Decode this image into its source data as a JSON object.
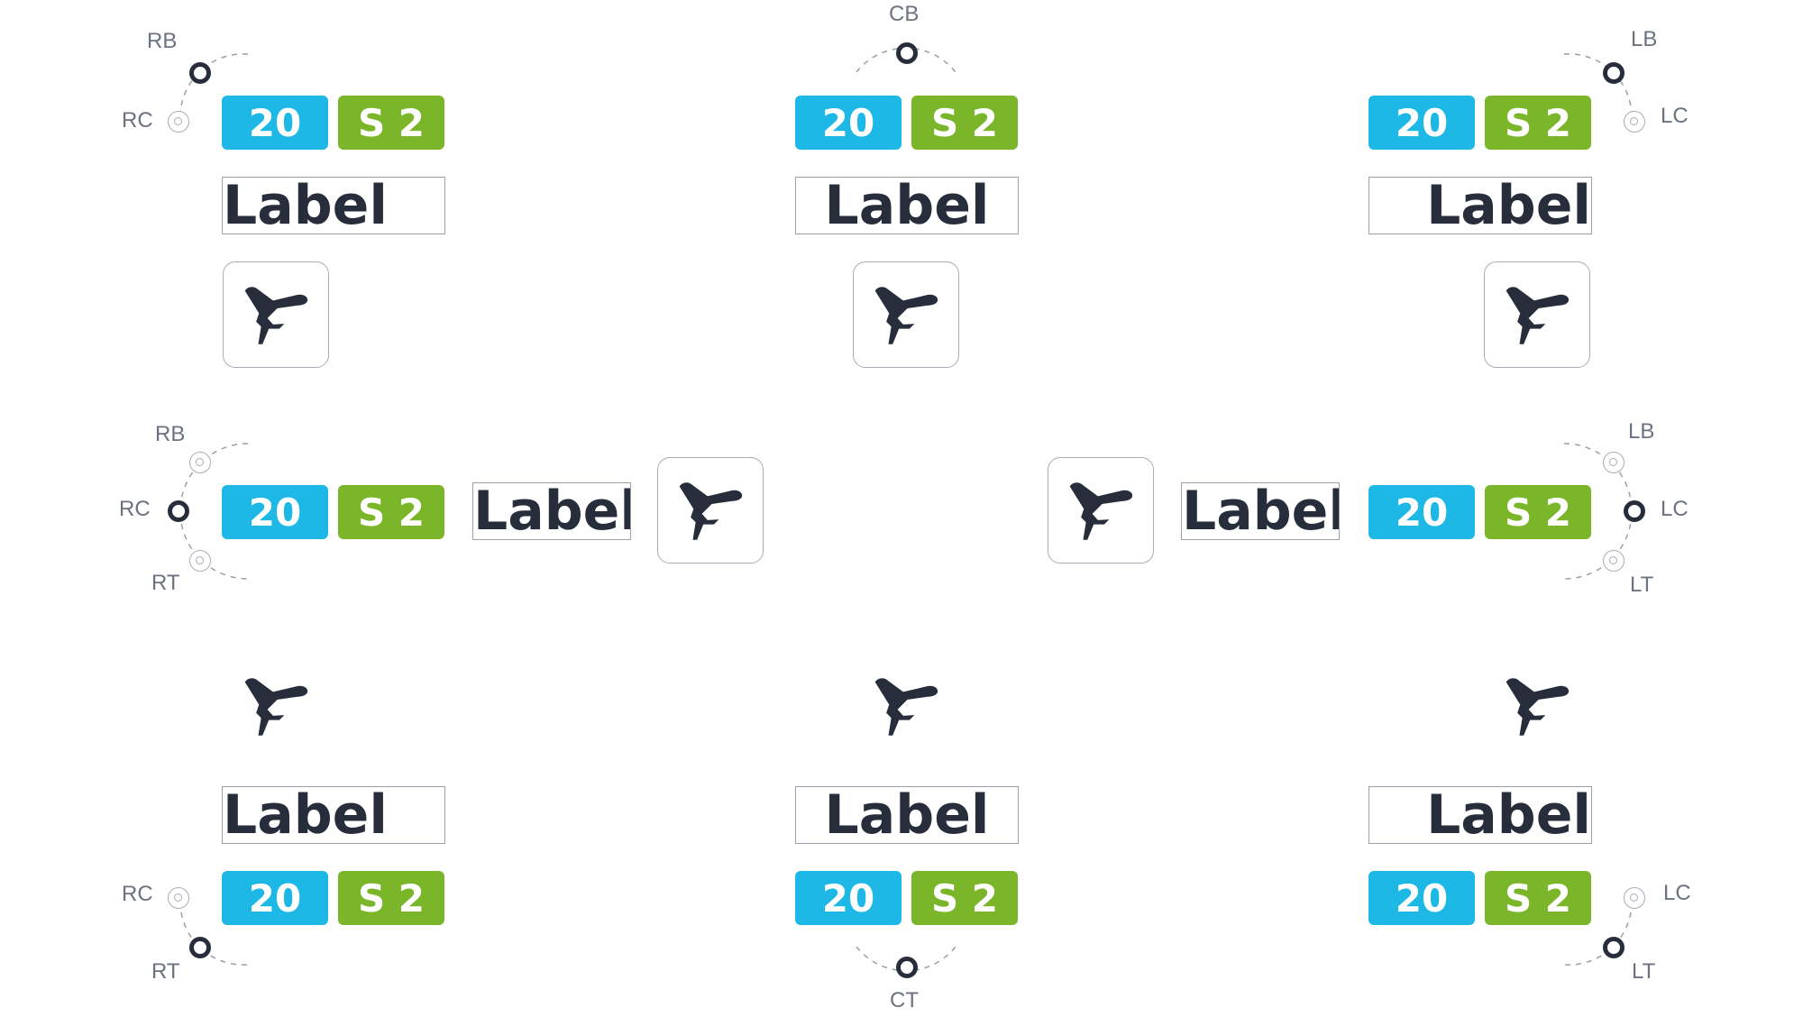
{
  "badge_number": "20",
  "badge_route": "S 2",
  "label_text": "Label",
  "icon": "airplane-icon",
  "colors": {
    "badge_blue": "#1eb8e6",
    "badge_green": "#7ab52a",
    "text_dark": "#282d3c",
    "border_gray": "#a8adb5"
  },
  "anchors": {
    "rb": "RB",
    "rc": "RC",
    "rt": "RT",
    "cb": "CB",
    "ct": "CT",
    "lb": "LB",
    "lc": "LC",
    "lt": "LT"
  }
}
